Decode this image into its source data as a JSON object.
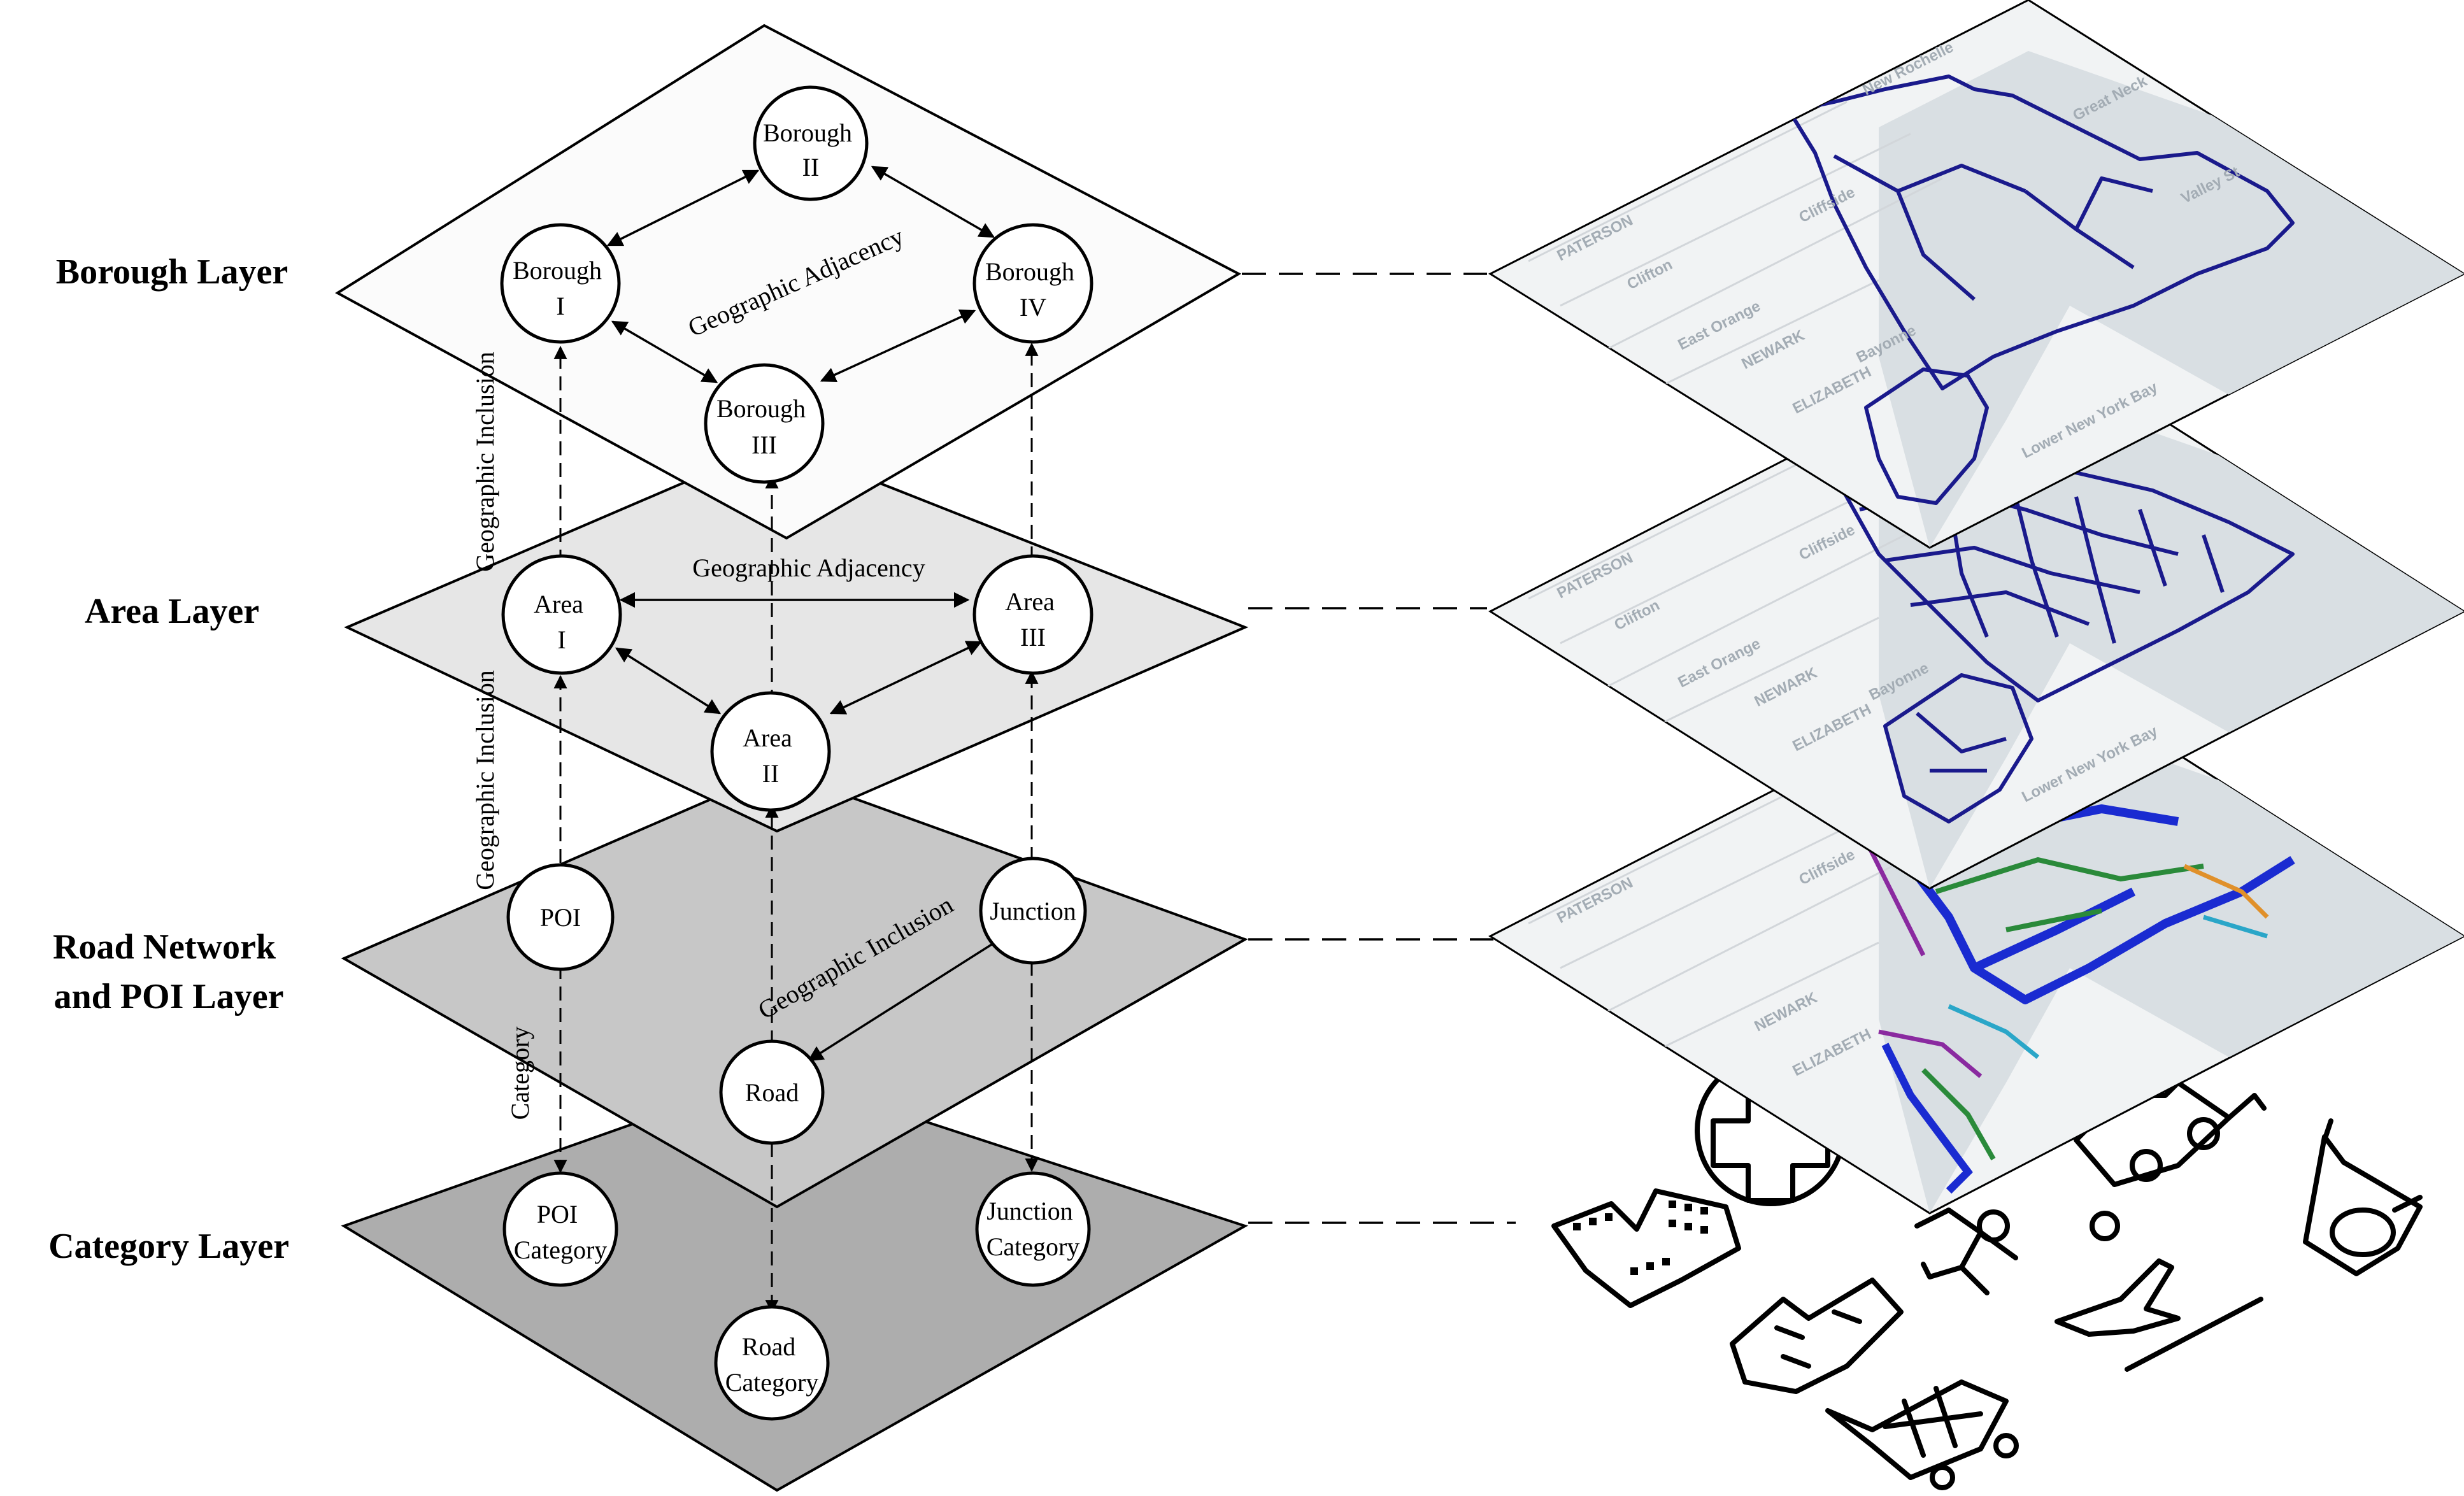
{
  "layers": [
    {
      "id": "borough",
      "lines": [
        "Borough Layer"
      ],
      "fill": "#fbfbfb"
    },
    {
      "id": "area",
      "lines": [
        "Area Layer"
      ],
      "fill": "#e6e6e6"
    },
    {
      "id": "road",
      "lines": [
        "Road Network",
        "and POI Layer"
      ],
      "fill": "#c7c7c7"
    },
    {
      "id": "category",
      "lines": [
        "Category Layer"
      ],
      "fill": "#adadad"
    }
  ],
  "nodes": {
    "borough_1": [
      "Borough",
      "I"
    ],
    "borough_2": [
      "Borough",
      "II"
    ],
    "borough_3": [
      "Borough",
      "III"
    ],
    "borough_4": [
      "Borough",
      "IV"
    ],
    "area_1": [
      "Area",
      "I"
    ],
    "area_2": [
      "Area",
      "II"
    ],
    "area_3": [
      "Area",
      "III"
    ],
    "poi": [
      "POI"
    ],
    "junction": [
      "Junction"
    ],
    "road": [
      "Road"
    ],
    "poi_category": [
      "POI",
      "Category"
    ],
    "junction_category": [
      "Junction",
      "Category"
    ],
    "road_category": [
      "Road",
      "Category"
    ]
  },
  "edge_labels": {
    "borough_adjacency": "Geographic Adjacency",
    "area_adjacency": "Geographic Adjacency",
    "inclusion_upper": "Geographic Inclusion",
    "inclusion_lower": "Geographic Inclusion",
    "road_inclusion": "Geographic Inclusion",
    "category": "Category"
  },
  "map_labels": {
    "paterson": "PATERSON",
    "clifton": "Clifton",
    "east_orange": "East Orange",
    "newark": "NEWARK",
    "elizabeth": "ELIZABETH",
    "bayonne": "Bayonne",
    "cliffside": "Cliffside",
    "lower_bay": "Lower New York Bay",
    "new_rochelle": "New Rochelle",
    "great_neck": "Great Neck",
    "valley_stream": "Valley St"
  },
  "colors": {
    "boundary": "#1a1a8c",
    "road_blue": "#1a2bd1",
    "road_green": "#2a8a3a",
    "road_purple": "#8a2aa0",
    "road_cyan": "#2aa6c8",
    "road_orange": "#e0902a"
  },
  "icons": [
    "hospital-icon",
    "truck-icon",
    "buildings-icon",
    "running-person-icon",
    "dot-icon",
    "bus-stop-icon",
    "school-icon",
    "airplane-icon",
    "shopping-cart-icon"
  ]
}
